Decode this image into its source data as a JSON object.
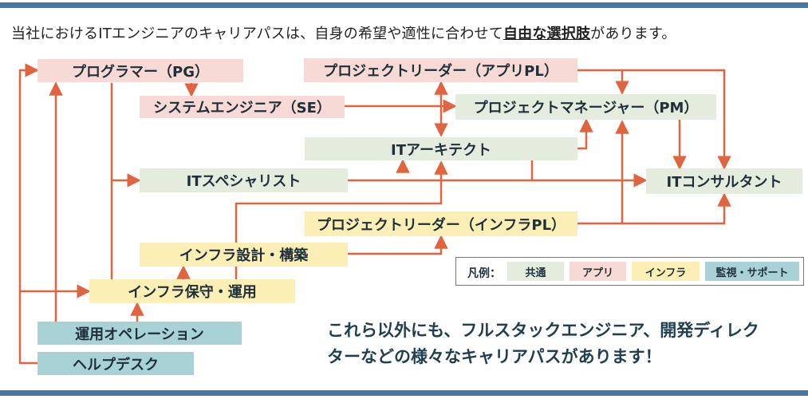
{
  "intro": {
    "before": "当社におけるITエンジニアのキャリアパスは、自身の希望や適性に合わせて",
    "emphasis": "自由な選択肢",
    "after": "があります。"
  },
  "nodes": {
    "pg": "プログラマー（PG）",
    "se": "システムエンジニア（SE）",
    "it_specialist": "ITスペシャリスト",
    "app_pl": "プロジェクトリーダー（アプリPL）",
    "pm": "プロジェクトマネージャー（PM）",
    "it_architect": "ITアーキテクト",
    "it_consultant": "ITコンサルタント",
    "infra_pl": "プロジェクトリーダー（インフラPL）",
    "infra_design": "インフラ設計・構築",
    "infra_maint": "インフラ保守・運用",
    "ops": "運用オペレーション",
    "helpdesk": "ヘルプデスク"
  },
  "legend": {
    "title": "凡例：",
    "common": "共通",
    "app": "アプリ",
    "infra": "インフラ",
    "monitor": "監視・サポート"
  },
  "note": {
    "line1": "これら以外にも、フルスタックエンジニア、開発ディレク",
    "line2": "ターなどの様々なキャリアパスがあります！"
  },
  "colors": {
    "arrow": "#e0643f",
    "app": "#f7d9d5",
    "common": "#e3ecdd",
    "infra": "#fbefb6",
    "monitor": "#a9d2d7",
    "bar": "#4a76a3"
  }
}
